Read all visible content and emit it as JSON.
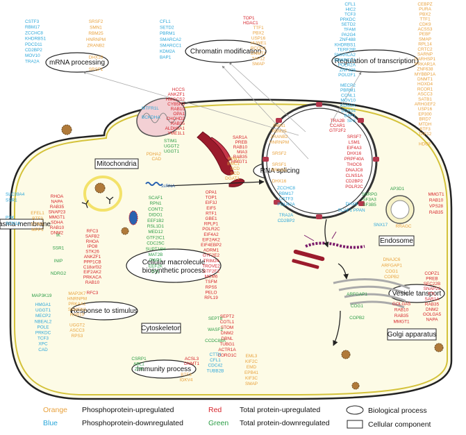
{
  "colors": {
    "orange": "#e8a13c",
    "blue": "#2aa6d9",
    "red": "#d6232a",
    "green": "#2a9c45",
    "cell_border": "#d4c23a",
    "cell_fill": "#fdfbe6"
  },
  "processes": {
    "mrna": "mRNA processing",
    "chromatin": "Chromatin modification",
    "transcription": "Regulation of transcription",
    "splicing": "RNA splicing",
    "macromolecule": "Cellular macrolecule biosynthetic process",
    "stimulus": "Response to stimulus",
    "vesicle": "Vesicle tansport",
    "immunity": "Immunity process"
  },
  "components": {
    "mitochondria": "Mitochondria",
    "membrane": "Plasma membrane",
    "endosome": "Endosome",
    "cytoskeleton": "Cytoskeleton",
    "golgi": "Golgi apparatus"
  },
  "annotations": {
    "ssrna": "ssRNA"
  },
  "legend": {
    "orange_word": "Orange",
    "orange_text": "Phosphoprotein-upregulated",
    "blue_word": "Blue",
    "blue_text": "Phosphoprotein-downregulated",
    "red_word": "Red",
    "red_text": "Total protein-upregulated",
    "green_word": "Green",
    "green_text": "Total protein-downregulated",
    "bio_process": "Biological process",
    "cell_component": "Cellular component"
  },
  "gene_groups": [
    {
      "id": "mrna_blue",
      "color": "blue",
      "genes": [
        "CSTF3",
        "RBM17",
        "ZCCHC8",
        "KHDRBS1",
        "PDCD11",
        "CD2BP2",
        "MOV10",
        "TRA2A"
      ]
    },
    {
      "id": "mrna_orange",
      "color": "orange",
      "genes": [
        "SRSF2",
        "SMN1",
        "RBM25",
        "HNRNPM",
        "ZRANB2",
        "",
        "DHX16",
        "",
        "SRSF1"
      ]
    },
    {
      "id": "chrom_blue",
      "color": "blue",
      "genes": [
        "CFL1",
        "SETD2",
        "PBRM1",
        "SMARCA2",
        "SMARCC1",
        "KDM2A",
        "BAP1"
      ]
    },
    {
      "id": "chrom_red",
      "color": "red",
      "genes": [
        "TOP1",
        "HDAC1"
      ]
    },
    {
      "id": "chrom_orange",
      "color": "orange",
      "genes": [
        "TTF1",
        "PBX2",
        "USP16",
        "HUWE1",
        "RCOR1",
        "DNMT1",
        "TAF12",
        "SMAP"
      ]
    },
    {
      "id": "trans_blue",
      "color": "blue",
      "genes": [
        "CFL1",
        "HIC2",
        "TCF3",
        "PRKDC",
        "SETD2",
        "TFAM",
        "PA2G4",
        "ZNF488",
        "KHDRBS1",
        "TERF2IP",
        "SMARCA2",
        "SMARCC1",
        "POLR2A",
        "ZNF326",
        "POU2F1",
        "",
        "MECP2",
        "PBRM1",
        "CCNL1",
        "MOV10",
        "KDM2A",
        "DDX54",
        "BAP1",
        "SP3"
      ]
    },
    {
      "id": "trans_orange",
      "color": "orange",
      "genes": [
        "CEBPZ",
        "PURA",
        "PBX2",
        "TTF1",
        "CDK9",
        "ACSS3",
        "PEBF",
        "SMAP",
        "RPL14",
        "CRTC2",
        "SARNP",
        "CARHSP1",
        "PRKAR1A",
        "ZNF638",
        "MYBBP1A",
        "DNMT1",
        "HOXD4",
        "RCOR1",
        "ASCC3",
        "SATB1",
        "ARHGEF2",
        "USP16",
        "EP300",
        "BRD7",
        "MTDH",
        "BTF3",
        "TAF12",
        "",
        "HDGF"
      ]
    },
    {
      "id": "mito_blue",
      "color": "blue",
      "genes": [
        "MTFR1L",
        "",
        "BCKDHA"
      ]
    },
    {
      "id": "mito_red",
      "color": "red",
      "genes": [
        "HCCS",
        "ANKZF1",
        "HMGCS2",
        "CYB5R3",
        "RAB10",
        "OPA1",
        "CHCHD2",
        "RAB35",
        "ALDH6A1",
        "YME1L1"
      ]
    },
    {
      "id": "mito_orange",
      "color": "orange",
      "genes": [
        "PDHA2",
        "CAD"
      ]
    },
    {
      "id": "er_green",
      "color": "green",
      "genes": [
        "STIM1",
        "UGGT2",
        "UGGT1"
      ]
    },
    {
      "id": "er_red",
      "color": "red",
      "genes": [
        "SAR1A",
        "PREB",
        "RAB10",
        "MIA3",
        "RAB35",
        "MMGT1"
      ]
    },
    {
      "id": "er_orange",
      "color": "orange",
      "genes": [
        "RPN1",
        "EMC1",
        "SCD",
        "SCD",
        "DGAT1"
      ]
    },
    {
      "id": "splice_red1",
      "color": "red",
      "genes": [
        "TRA2B",
        "CCAR1",
        "GTF2F2"
      ]
    },
    {
      "id": "splice_orange1",
      "color": "orange",
      "genes": [
        "SMN1",
        "RBM25",
        "ZRANB2",
        "HNRNPM",
        "",
        "SRSF2",
        "",
        "SRSF1",
        "RRAGC",
        "",
        "DHX16"
      ]
    },
    {
      "id": "splice_red2",
      "color": "red",
      "genes": [
        "SRSF7",
        "LSM1",
        "EIF4A3",
        "DHX16",
        "PRPF40A",
        "THOC6",
        "DNAJC8",
        "CLNS1A",
        "CD2BP2",
        "POLR2C"
      ]
    },
    {
      "id": "splice_blue",
      "color": "blue",
      "genes": [
        "ZCCHC8",
        "RBM17",
        "CSTF3",
        "POLR2A",
        "",
        "TRA2A",
        "CD2BP2"
      ]
    },
    {
      "id": "splice_green",
      "color": "green",
      "genes": [
        "SNRPG",
        "SF3A3",
        "SF3B5"
      ]
    },
    {
      "id": "splice_other",
      "color": "blue",
      "genes": [
        "DHX9",
        "SCAF1 PPAN"
      ]
    },
    {
      "id": "membrane_blue",
      "color": "blue",
      "genes": [
        "SLC39A4",
        "SSR1",
        "",
        "",
        "PXK",
        "SCN1A"
      ]
    },
    {
      "id": "membrane_red",
      "color": "red",
      "genes": [
        "RHOA",
        "NAPA",
        "RAB35",
        "SNAP23",
        "MMGT1",
        "SDHA",
        "RAB10",
        "DNM2"
      ]
    },
    {
      "id": "membrane_orange",
      "color": "orange",
      "genes": [
        "EFEL1",
        "BTF3",
        "STIM1",
        "MPP1"
      ]
    },
    {
      "id": "membrane_green",
      "color": "green",
      "genes": [
        "IK",
        "",
        "SSR1",
        "",
        "INIP",
        "",
        "NDRG2"
      ]
    },
    {
      "id": "macro_green",
      "color": "green",
      "genes": [
        "SCAF1",
        "RPN1",
        "CONT2",
        "DIDO1",
        "EEF1B2",
        "RSL1D1",
        "MED12",
        "GTF2IC1",
        "CDC25C",
        "SUPT16H",
        "MAT2B",
        "PWP1",
        "EEF2K",
        "DTL"
      ]
    },
    {
      "id": "macro_red_left",
      "color": "red",
      "genes": [
        "RFC3",
        "SAFB2",
        "RHOA",
        "IPO8",
        "STK26",
        "ANKZF1",
        "PPP1CB",
        "C18orf32",
        "EIF2AK2",
        "PRKACA",
        "RAB10",
        "",
        "RFC3"
      ]
    },
    {
      "id": "macro_red_right",
      "color": "red",
      "genes": [
        "OPA1",
        "TOP1",
        "EIF3J",
        "EIF5",
        "RTF1",
        "GBE1",
        "RPLP1",
        "POLR2C",
        "EIF4A2",
        "EIF2AK2",
        "EIF4EBP2",
        "ADRM1",
        "GTF2E2",
        "TRIM24",
        "TROVE2",
        "GTF2F2",
        "MCM6",
        "TSFM",
        "RPS5",
        "PELO",
        "RPL19"
      ]
    },
    {
      "id": "stim_green",
      "color": "green",
      "genes": [
        "MAP3K19"
      ]
    },
    {
      "id": "stim_blue",
      "color": "blue",
      "genes": [
        "HMGA1",
        "UGGT1",
        "MECP2",
        "NBEAL2",
        "POLE",
        "PRKDC",
        "TCF3",
        "XPC",
        "CAD"
      ]
    },
    {
      "id": "stim_orange",
      "color": "orange",
      "genes": [
        "MAP2K7",
        "HNRNPM",
        "PRKAA1",
        "SAMSN1",
        "RAB10",
        "",
        "UGGT2",
        "ASCC3",
        "RPS3"
      ]
    },
    {
      "id": "cyto_red",
      "color": "red",
      "genes": [
        "SEPT2",
        "COTL1",
        "STOM",
        "DNM2",
        "DBNL",
        "TUBG1",
        "ACTR1A",
        "CORO1C"
      ]
    },
    {
      "id": "cyto_green",
      "color": "green",
      "genes": [
        "SEPT8",
        "",
        "WASF2",
        "",
        "CCDC88A"
      ]
    },
    {
      "id": "cyto_orange",
      "color": "orange",
      "genes": [
        "EML3",
        "KIF2C",
        "EMD",
        "EPB41",
        "KIF3C",
        "SMAP"
      ]
    },
    {
      "id": "cyto_blue",
      "color": "blue",
      "genes": [
        "CTTN",
        "CFL1",
        "CDC42",
        "TUBB2B"
      ]
    },
    {
      "id": "immun_green",
      "color": "green",
      "genes": [
        "CSRP1",
        "ABL1",
        "ZFR"
      ]
    },
    {
      "id": "immun_red",
      "color": "red",
      "genes": [
        "ACSL3",
        "DNMT1"
      ]
    },
    {
      "id": "immun_orange",
      "color": "orange",
      "genes": [
        "BTF3",
        "IGKV4"
      ]
    },
    {
      "id": "endo_green",
      "color": "green",
      "genes": [
        "AP3D1"
      ]
    },
    {
      "id": "endo_red",
      "color": "red",
      "genes": [
        "MMGT1",
        "RAB10",
        "VPS28",
        "RAB35"
      ]
    },
    {
      "id": "endo_blue",
      "color": "blue",
      "genes": [
        "SNX17"
      ]
    },
    {
      "id": "endo_orange",
      "color": "orange",
      "genes": [
        "RRAGC"
      ]
    },
    {
      "id": "ves_orange",
      "color": "orange",
      "genes": [
        "DNAJC6",
        "ARFGAP1",
        "COG1",
        "COPB2"
      ]
    },
    {
      "id": "ves_red",
      "color": "red",
      "genes": [
        "COPZ1",
        "PREB",
        "SEC22B",
        "SNAP23",
        "FTL",
        "SAR1A",
        "RAB35",
        "DNM2",
        "GOLGA5",
        "NAPA"
      ]
    },
    {
      "id": "golgi_green",
      "color": "green",
      "genes": [
        "ARFGAP1",
        "",
        "COG1",
        "",
        "COPB2"
      ]
    },
    {
      "id": "golgi_red",
      "color": "red",
      "genes": [
        "GOLGA5",
        "RAB10",
        "RAB35",
        "MMGT1"
      ]
    }
  ]
}
